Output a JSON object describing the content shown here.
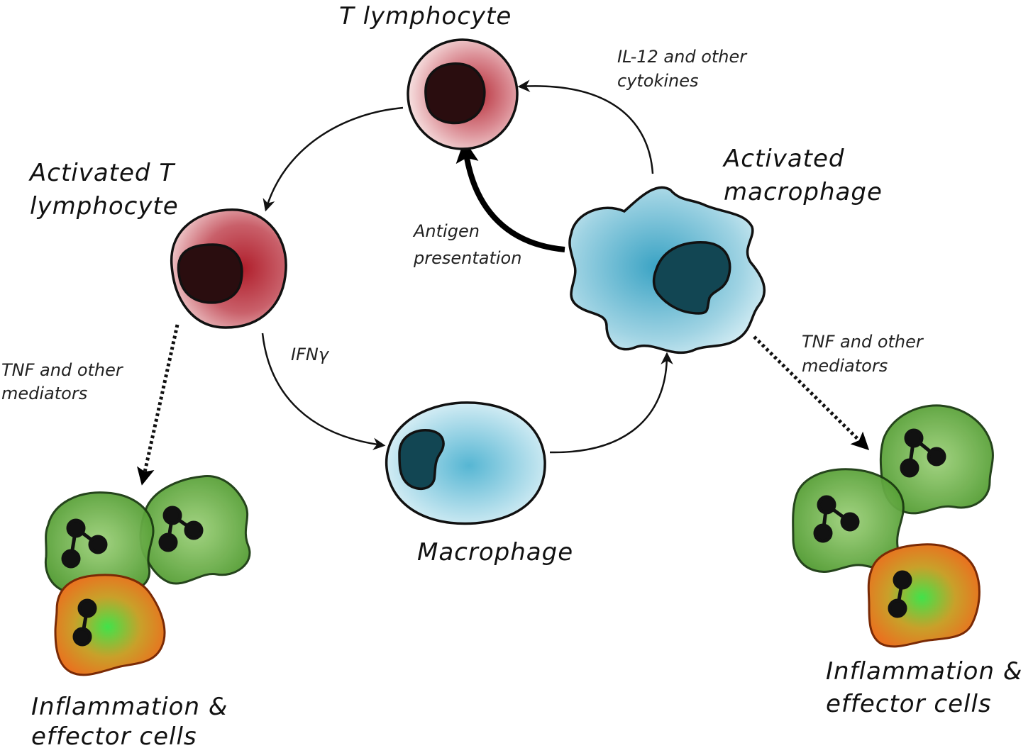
{
  "labels": {
    "t_lymphocyte": "T lymphocyte",
    "activated_t_line1": "Activated T",
    "activated_t_line2": "lymphocyte",
    "activated_macrophage_line1": "Activated",
    "activated_macrophage_line2": "macrophage",
    "macrophage": "Macrophage",
    "il12_line1": "IL-12 and other",
    "il12_line2": "cytokines",
    "antigen_line1": "Antigen",
    "antigen_line2": "presentation",
    "ifn": "IFNγ",
    "tnf_left_line1": "TNF and other",
    "tnf_left_line2": "mediators",
    "tnf_right_line1": "TNF and other",
    "tnf_right_line2": "mediators",
    "inflammation_left_line1": "Inflammation &",
    "inflammation_left_line2": "effector cells",
    "inflammation_right_line1": "Inflammation &",
    "inflammation_right_line2": "effector cells"
  },
  "colors": {
    "t_cell_light": "#f7e1e1",
    "t_cell_dark": "#b52a35",
    "nucleus_dark": "#2a0d0f",
    "macrophage_light": "#e9f6fa",
    "macrophage_mid": "#56b6d3",
    "macrophage_nucleus": "#124653",
    "effector_green": "#4f9a2f",
    "effector_green_light": "#8ec86a",
    "effector_orange": "#e9721f",
    "effector_center": "#42e24a"
  }
}
